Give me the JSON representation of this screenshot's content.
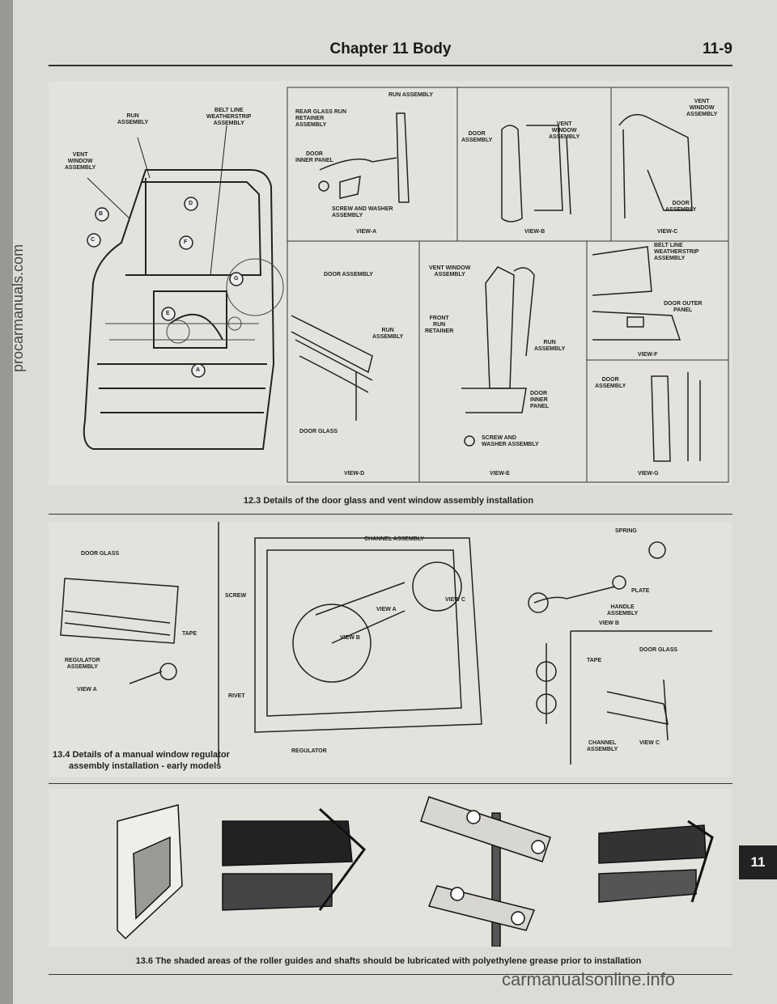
{
  "header": {
    "chapter_title": "Chapter 11  Body",
    "page_number": "11-9"
  },
  "fig123": {
    "caption": "12.3 Details of the door glass and vent window assembly installation",
    "door_labels": {
      "run_assembly": "RUN\nASSEMBLY",
      "belt_line": "BELT LINE\nWEATHERSTRIP\nASSEMBLY",
      "vent_window": "VENT\nWINDOW\nASSEMBLY",
      "callout_a": "A",
      "callout_b": "B",
      "callout_c": "C",
      "callout_d": "D",
      "callout_e": "E",
      "callout_f": "F",
      "callout_g": "G"
    },
    "view_a": {
      "title": "VIEW-A",
      "run_assembly": "RUN ASSEMBLY",
      "rear_glass": "REAR GLASS RUN\nRETAINER\nASSEMBLY",
      "door_inner": "DOOR\nINNER PANEL",
      "screw": "SCREW AND WASHER\nASSEMBLY"
    },
    "view_b": {
      "title": "VIEW-B",
      "door_assembly": "DOOR\nASSEMBLY",
      "vent": "VENT\nWINDOW\nASSEMBLY"
    },
    "view_c": {
      "title": "VIEW-C",
      "vent": "VENT\nWINDOW\nASSEMBLY",
      "door": "DOOR\nASSEMBLY"
    },
    "view_d": {
      "title": "VIEW-D",
      "door_assembly": "DOOR ASSEMBLY",
      "run": "RUN\nASSEMBLY",
      "door_glass": "DOOR GLASS"
    },
    "view_e": {
      "title": "VIEW-E",
      "vent": "VENT WINDOW\nASSEMBLY",
      "front_run": "FRONT\nRUN\nRETAINER",
      "run": "RUN\nASSEMBLY",
      "door_inner": "DOOR\nINNER\nPANEL",
      "screw": "SCREW AND\nWASHER ASSEMBLY"
    },
    "view_f": {
      "title": "VIEW-F",
      "belt": "BELT LINE\nWEATHERSTRIP\nASSEMBLY",
      "door_outer": "DOOR OUTER\nPANEL"
    },
    "view_g": {
      "title": "VIEW-G",
      "door": "DOOR\nASSEMBLY"
    }
  },
  "fig134": {
    "caption_line1": "13.4 Details of a manual window regulator",
    "caption_line2": "assembly installation - early models",
    "left": {
      "door_glass": "DOOR GLASS",
      "tape": "TAPE",
      "regulator": "REGULATOR\nASSEMBLY",
      "view_a": "VIEW A"
    },
    "center": {
      "channel": "CHANNEL ASSEMBLY",
      "screw": "SCREW",
      "view_a": "VIEW A",
      "view_b": "VIEW B",
      "view_c": "VIEW C",
      "rivet": "RIVET",
      "regulator": "REGULATOR"
    },
    "right": {
      "spring": "SPRING",
      "plate": "PLATE",
      "handle": "HANDLE\nASSEMBLY",
      "view_b": "VIEW B",
      "door_glass": "DOOR GLASS",
      "tape": "TAPE",
      "channel": "CHANNEL\nASSEMBLY",
      "view_c": "VIEW C"
    }
  },
  "fig136": {
    "caption": "13.6 The shaded areas of the roller guides and shafts should be lubricated with polyethylene grease prior to installation"
  },
  "side_tab": "11",
  "watermarks": {
    "side": "procarmanuals.com",
    "bottom": "carmanualsonline.info"
  }
}
